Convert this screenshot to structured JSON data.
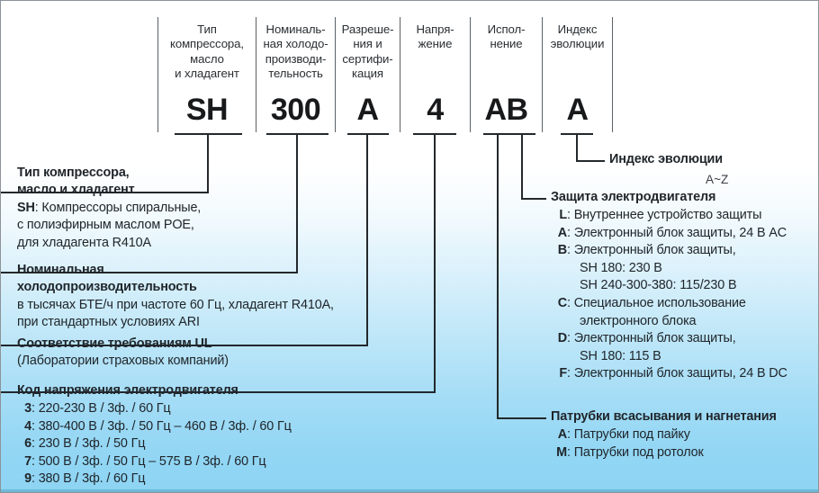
{
  "header": {
    "columns": [
      {
        "label": "Тип\nкомпрессора,\nмасло\nи хладагент",
        "code": "SH"
      },
      {
        "label": "Номиналь-\nная холодо-\nпроизводи-\nтельность",
        "code": "300"
      },
      {
        "label": "Разреше-\nния и\nсертифи-\nкация",
        "code": "A"
      },
      {
        "label": "Напря-\nжение",
        "code": "4"
      },
      {
        "label": "Испол-\nнение",
        "code": "AB"
      },
      {
        "label": "Индекс\nэволюции",
        "code": "A"
      }
    ]
  },
  "left_sections": {
    "compressor_type": {
      "title_line1": "Тип компрессора,",
      "title_line2": "масло и хладагент",
      "body_line1_key": "SH",
      "body_line1": ": Компрессоры спиральные,",
      "body_line2": "с полиэфирным маслом POE,",
      "body_line3": "для хладагента R410A"
    },
    "capacity": {
      "title_line1": "Номинальная",
      "title_line2": "холодопроизводительность",
      "body_line1": "в тысячах БТЕ/ч при частоте 60 Гц, хладагент R410A,",
      "body_line2": "при стандартных условиях ARI"
    },
    "ul": {
      "title": "Соответствие требованиям UL",
      "body": "(Лаборатории страховых компаний)"
    },
    "voltage": {
      "title": "Код напряжения электродвигателя",
      "items": [
        {
          "key": "3",
          "value": ": 220-230 В / 3ф. / 60 Гц"
        },
        {
          "key": "4",
          "value": ": 380-400 В / 3ф. / 50 Гц – 460 В / 3ф. / 60 Гц"
        },
        {
          "key": "6",
          "value": ": 230 В / 3ф. / 50 Гц"
        },
        {
          "key": "7",
          "value": ": 500 В / 3ф. / 50 Гц – 575 В / 3ф. / 60 Гц"
        },
        {
          "key": "9",
          "value": ": 380 В / 3ф. / 60 Гц"
        }
      ]
    }
  },
  "right_sections": {
    "evolution_index": {
      "title": "Индекс эволюции",
      "range": "A~Z"
    },
    "motor_protection": {
      "title": "Защита электродвигателя",
      "items": [
        {
          "key": "L",
          "value": ": Внутреннее устройство защиты",
          "cont": []
        },
        {
          "key": "A",
          "value": ": Электронный блок защиты, 24 В AC",
          "cont": []
        },
        {
          "key": "B",
          "value": ": Электронный блок защиты,",
          "cont": [
            "SH 180: 230 В",
            "SH 240-300-380: 115/230 В"
          ]
        },
        {
          "key": "C",
          "value": ": Специальное использование",
          "cont": [
            "электронного блока"
          ]
        },
        {
          "key": "D",
          "value": ": Электронный блок защиты,",
          "cont": [
            "SH 180: 115 В"
          ]
        },
        {
          "key": "F",
          "value": ": Электронный блок защиты, 24 В DC",
          "cont": []
        }
      ]
    },
    "fittings": {
      "title": "Патрубки всасывания и нагнетания",
      "items": [
        {
          "key": "A",
          "value": ": Патрубки под пайку"
        },
        {
          "key": "M",
          "value": ": Патрубки под ротолок"
        }
      ]
    }
  },
  "colors": {
    "line": "#23282c",
    "text": "#20262b",
    "bg_top": "#ffffff",
    "bg_bottom": "#8ed4f3",
    "bottom_rule": "#6fb8d8",
    "frame": "#8d9399"
  }
}
